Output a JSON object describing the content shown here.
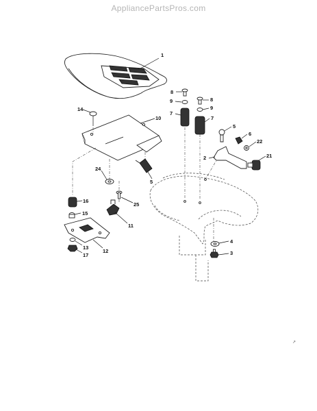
{
  "watermark": "AppliancePartsPros.com",
  "callouts": {
    "c1": "1",
    "c2": "2",
    "c3": "3",
    "c4": "4",
    "c5a": "5",
    "c5b": "5",
    "c6": "6",
    "c7a": "7",
    "c7b": "7",
    "c8a": "8",
    "c8b": "8",
    "c9a": "9",
    "c9b": "9",
    "c10": "10",
    "c11": "11",
    "c12": "12",
    "c13": "13",
    "c14": "14",
    "c15": "15",
    "c16": "16",
    "c17": "17",
    "c21": "21",
    "c22": "22",
    "c24": "24",
    "c25": "25"
  },
  "corner_mark": "↗"
}
